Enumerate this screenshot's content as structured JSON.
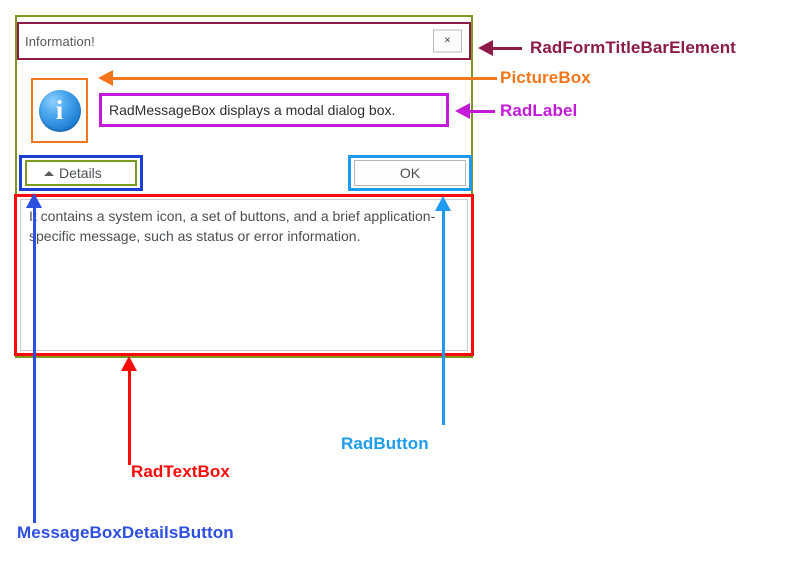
{
  "dialog": {
    "title": "Information!",
    "close_label": "×",
    "icon_name": "info-icon",
    "message": "RadMessageBox displays a modal dialog box.",
    "details_button_label": "Details",
    "details_caret": "caret-up-icon",
    "ok_button_label": "OK",
    "details_text": "It contains a system icon, a set of buttons, and a brief application-specific message, such as status or error information."
  },
  "annotations": [
    {
      "id": "titlebar",
      "label": "RadFormTitleBarElement",
      "color": "#8c1b47"
    },
    {
      "id": "picturebox",
      "label": "PictureBox",
      "color": "#f4761c"
    },
    {
      "id": "radlabel",
      "label": "RadLabel",
      "color": "#c21ad6"
    },
    {
      "id": "radbutton",
      "label": "RadButton",
      "color": "#1e9bee"
    },
    {
      "id": "radtextbox",
      "label": "RadTextBox",
      "color": "#fb0a0a"
    },
    {
      "id": "details",
      "label": "MessageBoxDetailsButton",
      "color": "#2c4fe0"
    }
  ],
  "highlight_colors": {
    "window_outline": "#7e9a1e",
    "titlebar_outline": "#8c1b47",
    "picturebox_outline": "#f4761c",
    "radlabel_outline": "#c21ad6",
    "details_outline": "#1c40d1",
    "ok_outline": "#1e9bee",
    "textbox_outline": "#fb0a0a"
  }
}
